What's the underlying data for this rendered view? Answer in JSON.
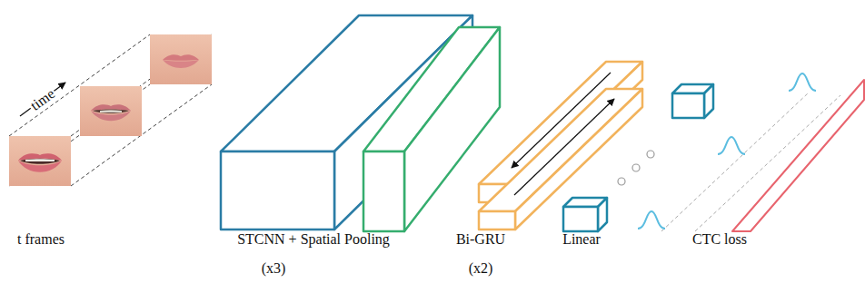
{
  "diagram": {
    "labels": [
      "time",
      "t frames",
      "STCNN + Spatial Pooling",
      "(x3)",
      "Bi-GRU",
      "(x2)",
      "Linear",
      "CTC loss"
    ]
  }
}
